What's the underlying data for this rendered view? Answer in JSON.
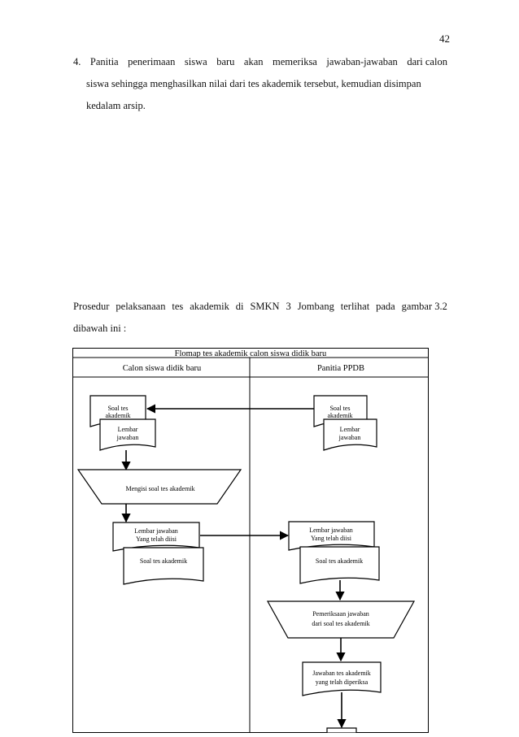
{
  "page_number": "42",
  "item4": {
    "number": "4.",
    "line1_words": [
      "Panitia",
      "penerimaan",
      "siswa",
      "baru",
      "akan",
      "memeriksa",
      "jawaban-jawaban",
      "dari calon"
    ],
    "line2": "siswa sehingga menghasilkan nilai dari tes akademik tersebut, kemudian disimpan",
    "line3": "kedalam arsip."
  },
  "intro": {
    "line1_words": [
      "Prosedur",
      "pelaksanaan",
      "tes",
      "akademik",
      "di",
      "SMKN",
      "3",
      "Jombang",
      "terlihat",
      "pada",
      "gambar 3.2"
    ],
    "line2": "dibawah ini :"
  },
  "flowmap": {
    "title": "Flomap tes akademik calon siswa didik baru",
    "lanes": [
      "Calon siswa didik baru",
      "Panitia PPDB"
    ],
    "left": {
      "doc_soal_line1": "Soal tes",
      "doc_soal_line2": "akademik",
      "doc_lembar_line1": "Lembar",
      "doc_lembar_line2": "jawaban",
      "manual_op": "Mengisi soal tes akademik",
      "doc_filled_line1": "Lembar jawaban",
      "doc_filled_line2": "Yang telah diisi",
      "doc_filled_soal": "Soal tes akademik"
    },
    "right": {
      "doc_soal_line1": "Soal tes",
      "doc_soal_line2": "akademik",
      "doc_lembar_line1": "Lembar",
      "doc_lembar_line2": "jawaban",
      "doc_filled_line1": "Lembar jawaban",
      "doc_filled_line2": "Yang telah diisi",
      "doc_filled_soal": "Soal tes akademik",
      "manual_op_line1": "Pemeriksaan jawaban",
      "manual_op_line2": "dari soal tes akademik",
      "doc_result_line1": "Jawaban tes akademik",
      "doc_result_line2": "yang telah diperiksa"
    }
  }
}
